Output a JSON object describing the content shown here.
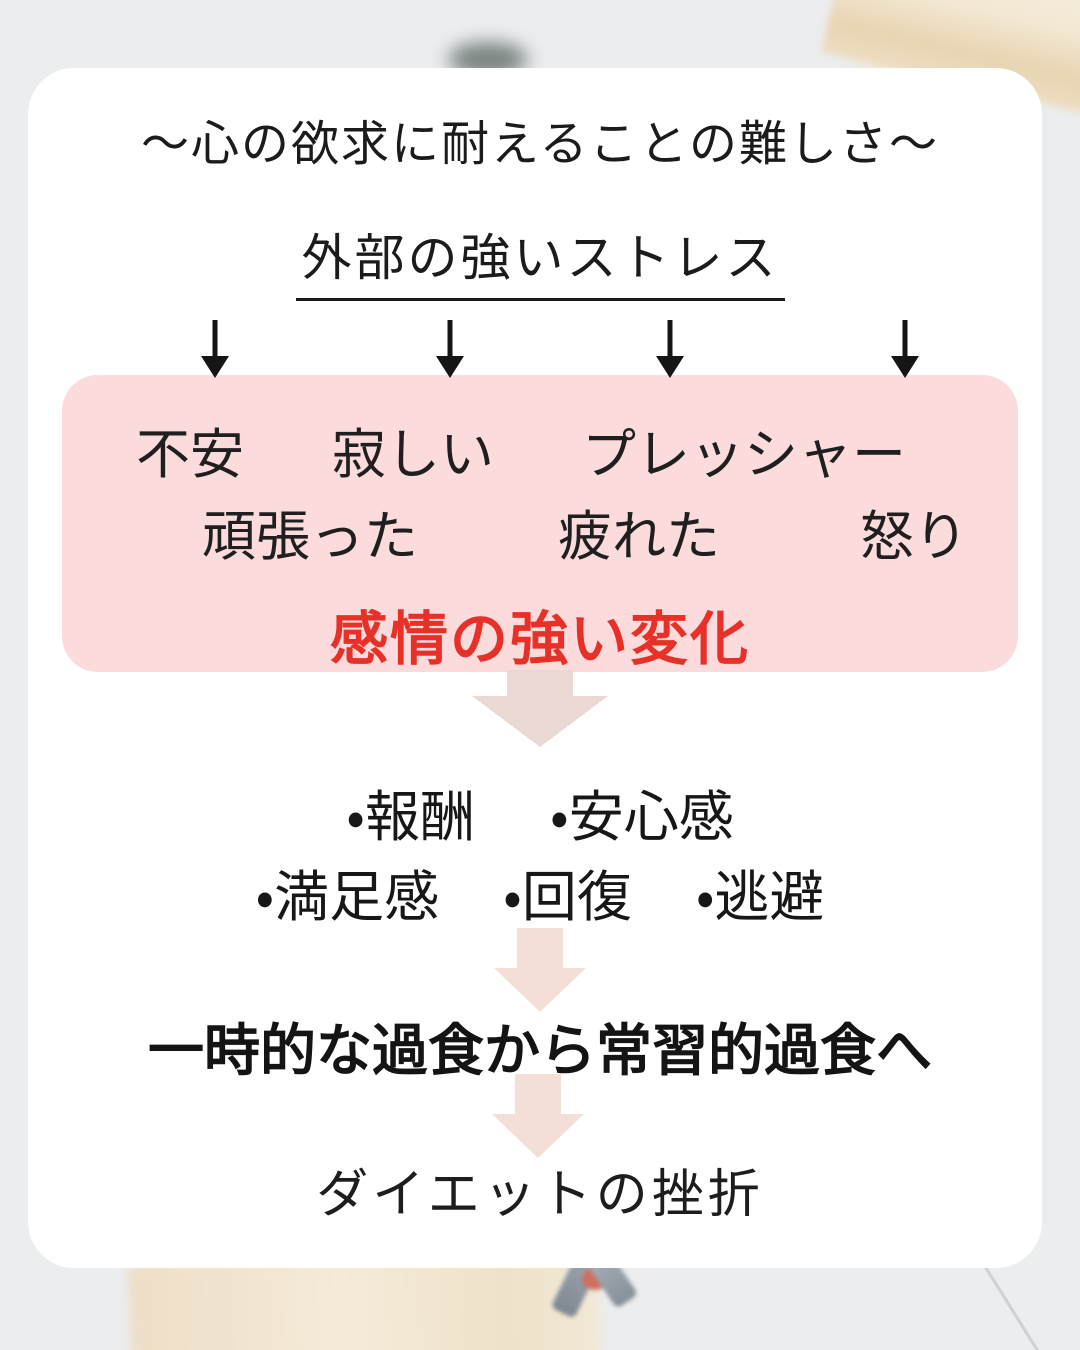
{
  "header": {
    "title": "～心の欲求に耐えることの難しさ～",
    "stress_source": "外部の強いストレス"
  },
  "emotion_box": {
    "feelings_row1": [
      "不安",
      "寂しい",
      "プレッシャー"
    ],
    "feelings_row2": [
      "頑張った",
      "疲れた",
      "怒り"
    ],
    "headline": "感情の強い変化"
  },
  "relief_list": {
    "row1": [
      "・報酬",
      "・安心感"
    ],
    "row2": [
      "・満足感",
      "・回復",
      "・逃避"
    ]
  },
  "outcome": {
    "habit": "一時的な過食から常習的過食へ",
    "result": "ダイエットの挫折"
  },
  "icons": {
    "stress_arrow": "down-arrow-icon",
    "flow_arrow": "block-down-arrow-icon"
  },
  "colors": {
    "page_background": "#ecedef",
    "card_background": "#ffffff",
    "emotion_box_background": "#fbdbdb",
    "headline_red": "#e73128",
    "arrow_black": "#151515",
    "flow_arrow_beige": "#e9d9d2",
    "flow_arrow_pink": "#f3ded8",
    "text_black": "#1b1b1b"
  }
}
